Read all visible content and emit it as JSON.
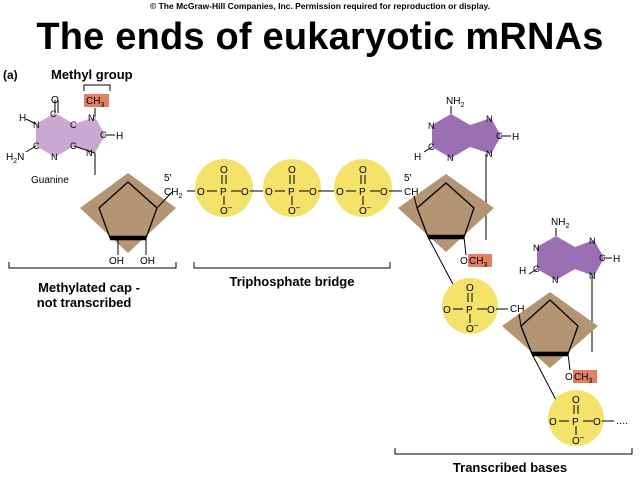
{
  "header": {
    "copyright": "© The McGraw-Hill Companies, Inc.  Permission required for reproduction or display.",
    "title": "The ends of eukaryotic mRNAs"
  },
  "colors": {
    "purine_cap": "#c9a8d1",
    "purine_base": "#9a6fb4",
    "ribose_fill": "#b39473",
    "phosphate_fill": "#f5e26a",
    "methyl_fill": "#e08060"
  },
  "diagram": {
    "panel_label": "(a)",
    "methyl_group_label": "Methyl group",
    "methyl": "CH",
    "methyl_sub": "3",
    "guanine_label": "Guanine",
    "oxygen": "O",
    "hydrogen": "H",
    "nitrogen": "N",
    "carbon": "C",
    "phosphorus": "P",
    "amino_h": "H",
    "amino_2": "2",
    "amino_n": "N",
    "amino_group": "NH",
    "oh": "OH",
    "five_prime": "5′",
    "ch2": "CH",
    "ch2_sub": "2",
    "o_minus": "O",
    "minus": "–",
    "och3": "OCH",
    "dots": "....",
    "captions": {
      "cap_line1": "Methylated cap -",
      "cap_line2": "not transcribed",
      "triphosphate": "Triphosphate bridge",
      "transcribed": "Transcribed bases"
    }
  }
}
